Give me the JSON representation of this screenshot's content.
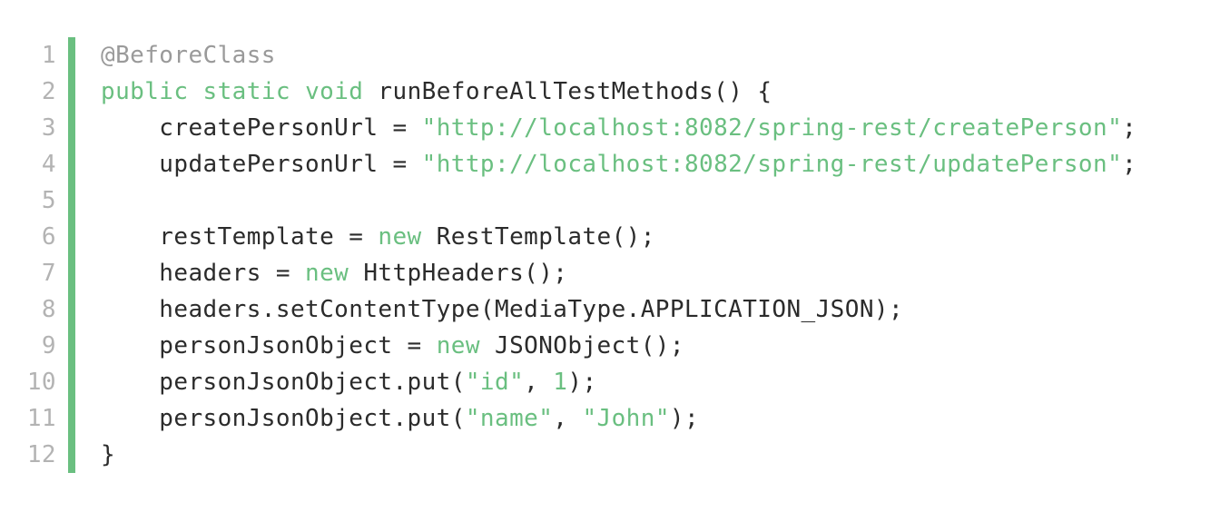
{
  "colors": {
    "accent_bar": "#6abf80",
    "keyword": "#6abf80",
    "string": "#6abf80",
    "annotation": "#9a9a9a",
    "line_number": "#b3b3b3",
    "text": "#2b2b2b"
  },
  "code": {
    "lines": [
      {
        "number": "1",
        "tokens": [
          {
            "t": "@BeforeClass",
            "k": "annotation"
          }
        ]
      },
      {
        "number": "2",
        "tokens": [
          {
            "t": "public",
            "k": "keyword"
          },
          {
            "t": " ",
            "k": "plain"
          },
          {
            "t": "static",
            "k": "keyword"
          },
          {
            "t": " ",
            "k": "plain"
          },
          {
            "t": "void",
            "k": "keyword"
          },
          {
            "t": " runBeforeAllTestMethods() {",
            "k": "plain"
          }
        ]
      },
      {
        "number": "3",
        "tokens": [
          {
            "t": "    createPersonUrl = ",
            "k": "plain"
          },
          {
            "t": "\"http://localhost:8082/spring-rest/createPerson\"",
            "k": "string"
          },
          {
            "t": ";",
            "k": "plain"
          }
        ]
      },
      {
        "number": "4",
        "tokens": [
          {
            "t": "    updatePersonUrl = ",
            "k": "plain"
          },
          {
            "t": "\"http://localhost:8082/spring-rest/updatePerson\"",
            "k": "string"
          },
          {
            "t": ";",
            "k": "plain"
          }
        ]
      },
      {
        "number": "5",
        "tokens": []
      },
      {
        "number": "6",
        "tokens": [
          {
            "t": "    restTemplate = ",
            "k": "plain"
          },
          {
            "t": "new",
            "k": "keyword"
          },
          {
            "t": " RestTemplate();",
            "k": "plain"
          }
        ]
      },
      {
        "number": "7",
        "tokens": [
          {
            "t": "    headers = ",
            "k": "plain"
          },
          {
            "t": "new",
            "k": "keyword"
          },
          {
            "t": " HttpHeaders();",
            "k": "plain"
          }
        ]
      },
      {
        "number": "8",
        "tokens": [
          {
            "t": "    headers.setContentType(MediaType.APPLICATION_JSON);",
            "k": "plain"
          }
        ]
      },
      {
        "number": "9",
        "tokens": [
          {
            "t": "    personJsonObject = ",
            "k": "plain"
          },
          {
            "t": "new",
            "k": "keyword"
          },
          {
            "t": " JSONObject();",
            "k": "plain"
          }
        ]
      },
      {
        "number": "10",
        "tokens": [
          {
            "t": "    personJsonObject.put(",
            "k": "plain"
          },
          {
            "t": "\"id\"",
            "k": "string"
          },
          {
            "t": ", ",
            "k": "plain"
          },
          {
            "t": "1",
            "k": "number"
          },
          {
            "t": ");",
            "k": "plain"
          }
        ]
      },
      {
        "number": "11",
        "tokens": [
          {
            "t": "    personJsonObject.put(",
            "k": "plain"
          },
          {
            "t": "\"name\"",
            "k": "string"
          },
          {
            "t": ", ",
            "k": "plain"
          },
          {
            "t": "\"John\"",
            "k": "string"
          },
          {
            "t": ");",
            "k": "plain"
          }
        ]
      },
      {
        "number": "12",
        "tokens": [
          {
            "t": "}",
            "k": "plain"
          }
        ]
      }
    ]
  }
}
